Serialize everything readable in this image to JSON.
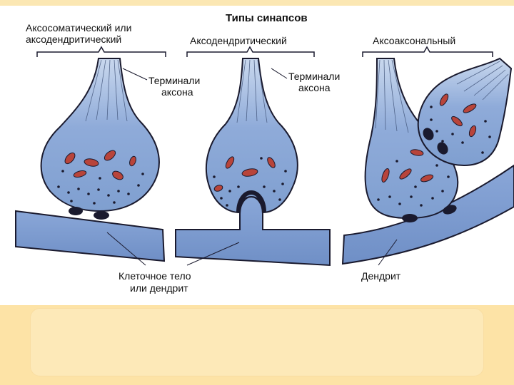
{
  "diagram": {
    "title": "Типы синапсов",
    "types": {
      "axosomatic": [
        "Аксосоматический или",
        "аксодендритический"
      ],
      "axodendritic": "Аксодендритический",
      "axoaxonal": "Аксоаксональный"
    },
    "terminals_left": [
      "Терминали",
      "аксона"
    ],
    "terminals_right": [
      "Терминали",
      "аксона"
    ],
    "cell_body": [
      "Клеточное тело",
      "или дендрит"
    ],
    "dendrite": "Дендрит"
  },
  "colors": {
    "membrane_fill": "#7f9fd0",
    "membrane_fill_light": "#9fbbe3",
    "outline": "#1a1a2e",
    "mitochondria": "#b8443a",
    "slide_background": "#fde9b8"
  }
}
